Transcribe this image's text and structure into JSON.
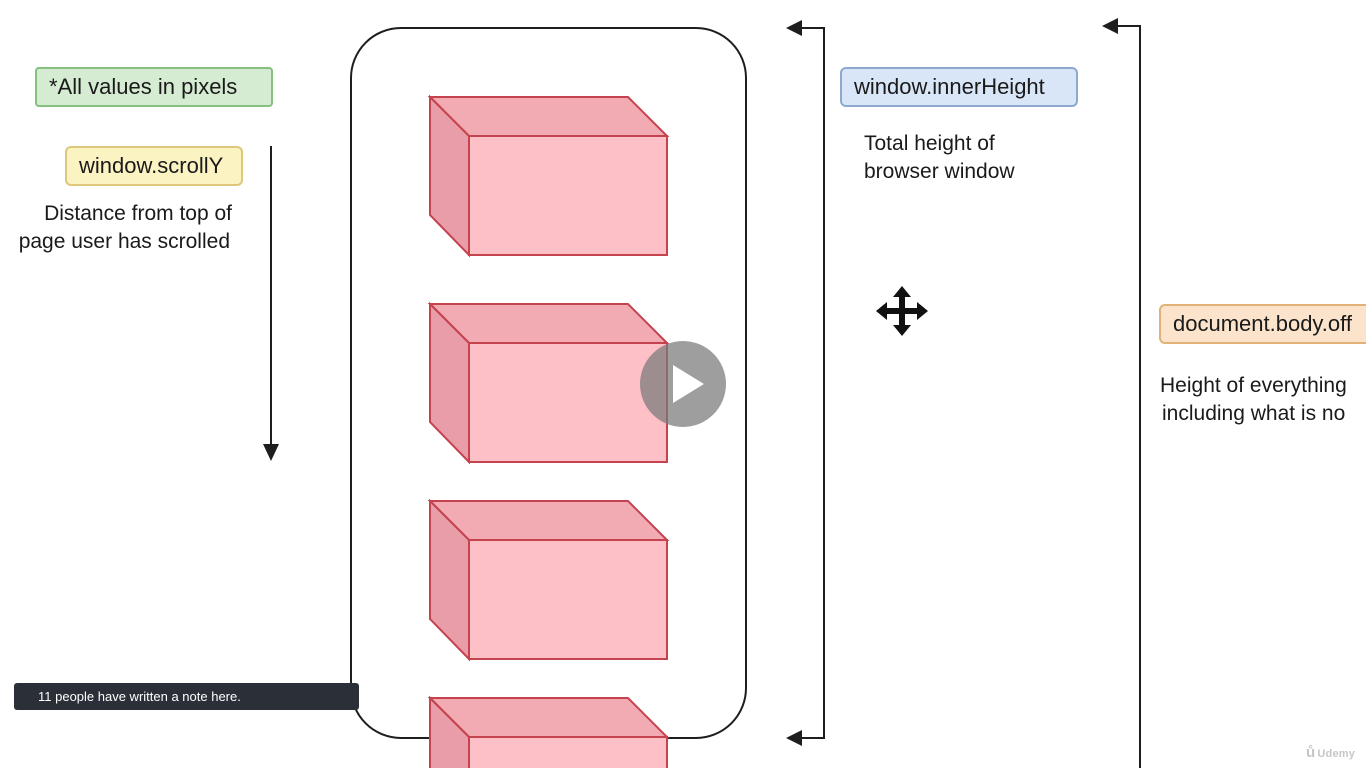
{
  "labels": {
    "all_values": "*All values in pixels",
    "scroll_y": "window.scrollY",
    "inner_height": "window.innerHeight",
    "body_offset": "document.body.off"
  },
  "descriptions": {
    "scroll_y_line1": "Distance from top of",
    "scroll_y_line2": "page user has scrolled",
    "inner_height_line1": "Total height of",
    "inner_height_line2": "browser window",
    "body_offset_line1": "Height of everything",
    "body_offset_line2": "including what is no"
  },
  "overlay": {
    "notes_text": "11 people have written a note here.",
    "watermark": "Udemy"
  },
  "icons": [
    "play-icon",
    "move-icon",
    "udemy-logo-icon"
  ],
  "colors": {
    "green_fill": "#d5ecd3",
    "yellow_fill": "#fcf3c3",
    "blue_fill": "#d9e6f8",
    "orange_fill": "#fbe4cb",
    "box_front": "#fdc0c6",
    "box_stroke": "#c4434f"
  }
}
